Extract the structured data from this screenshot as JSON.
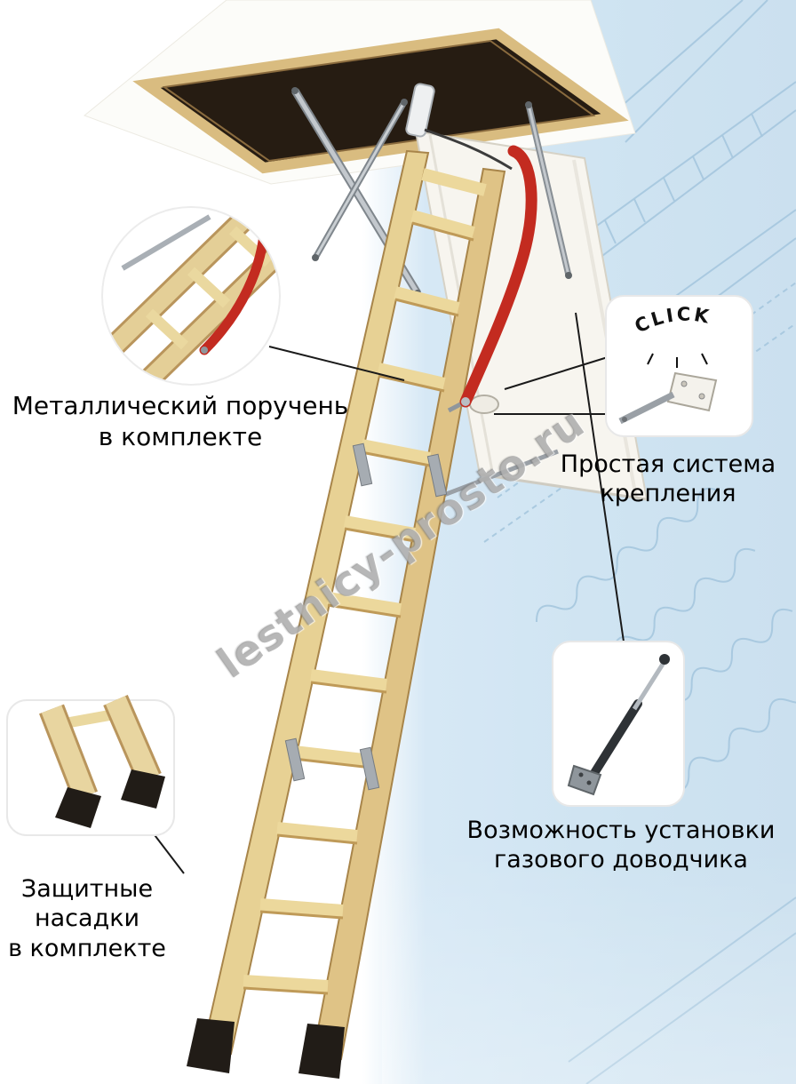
{
  "watermark": {
    "text": "lestnicy-prosto.ru"
  },
  "labels": {
    "handrail": {
      "lines": [
        "Металлический поручень",
        "в комплекте"
      ]
    },
    "mounting": {
      "lines": [
        "Простая система",
        "крепления"
      ]
    },
    "gas": {
      "lines": [
        "Возможность установки",
        "газового доводчика"
      ]
    },
    "feet": {
      "lines": [
        "Защитные",
        "насадки",
        "в комплекте"
      ]
    }
  },
  "insets": {
    "click": {
      "label": "CLICK"
    }
  },
  "colors": {
    "background_blue": "#cfe3f1",
    "line_art_blue": "#a5c7de",
    "wood_rail": "#e7d194",
    "wood_rung": "#ecd89c",
    "handrail_red": "#c32b20",
    "metal_gray": "#9aa0a6",
    "foot_cap_black": "#211c17",
    "callout_line": "#1a1a1a"
  }
}
